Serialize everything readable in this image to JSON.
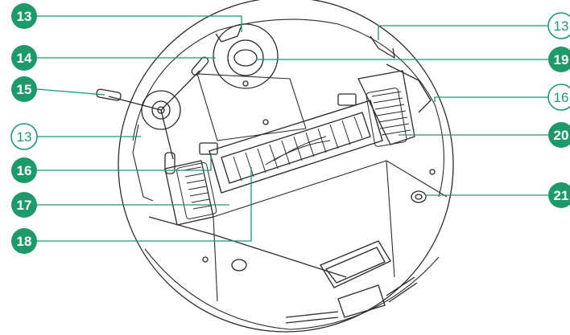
{
  "colors": {
    "accent": "#1e9a6a",
    "outline_badge_text": "#1e9a6a",
    "filled_badge_text": "#ffffff",
    "line": "#2a2a2a",
    "leader": "#1e9a6a"
  },
  "callouts": {
    "c13_top": "13",
    "c14": "14",
    "c15": "15",
    "c13_left": "13",
    "c16_left": "16",
    "c17": "17",
    "c18": "18",
    "c13_right": "13",
    "c19": "19",
    "c16_right": "16",
    "c20": "20",
    "c21": "21"
  }
}
